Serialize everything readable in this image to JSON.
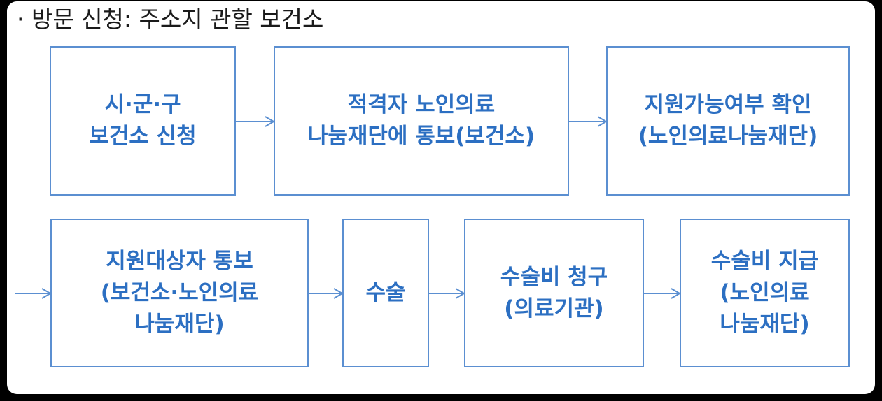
{
  "header": {
    "title": "· 방문 신청: 주소지 관할 보건소"
  },
  "colors": {
    "box_border": "#5b8fd1",
    "box_text": "#2c6fc2",
    "arrow": "#5b8fd1",
    "title_text": "#1a1a1a",
    "frame": "#000000",
    "panel": "#ffffff"
  },
  "flow": {
    "row1": [
      {
        "label": "시·군·구\n보건소 신청"
      },
      {
        "label": "적격자 노인의료\n나눔재단에 통보(보건소)"
      },
      {
        "label": "지원가능여부 확인\n(노인의료나눔재단)"
      }
    ],
    "row2": [
      {
        "label": "지원대상자 통보\n(보건소·노인의료\n나눔재단)"
      },
      {
        "label": "수술"
      },
      {
        "label": "수술비 청구\n(의료기관)"
      },
      {
        "label": "수술비 지급\n(노인의료\n나눔재단)"
      }
    ]
  }
}
